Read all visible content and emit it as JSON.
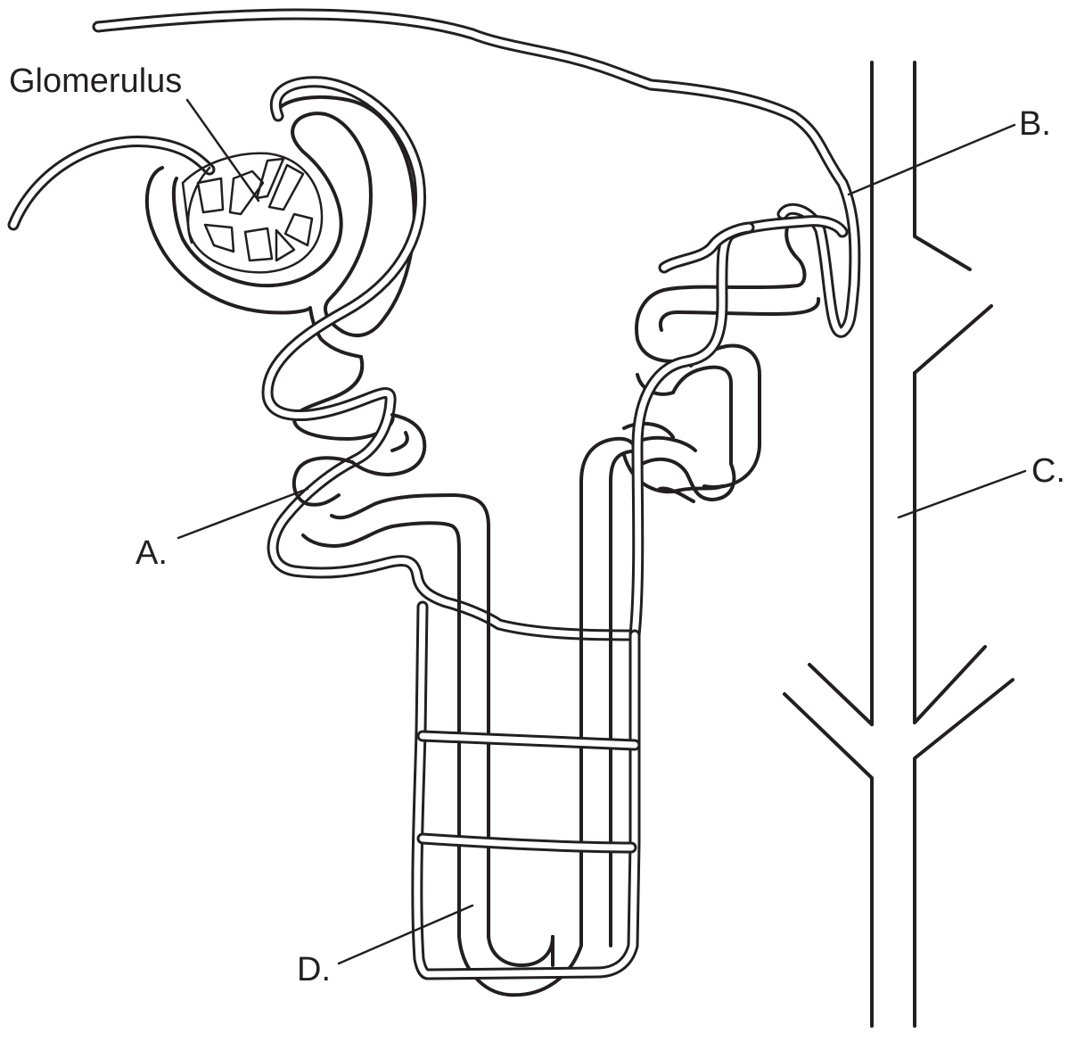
{
  "labels": {
    "glomerulus": "Glomerulus",
    "a": "A.",
    "b": "B.",
    "c": "C.",
    "d": "D."
  },
  "colors": {
    "line": "#231f20",
    "background": "#ffffff"
  }
}
